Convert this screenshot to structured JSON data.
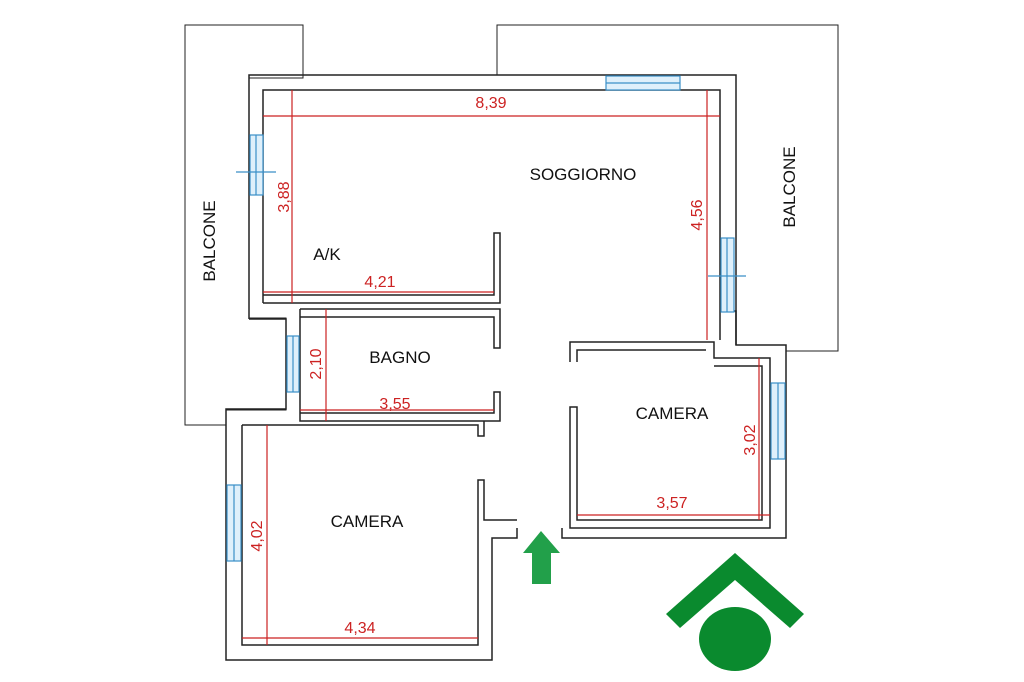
{
  "colors": {
    "wall": "#222222",
    "dimension": "#cc2222",
    "window": "#3a8fc8",
    "window_fill": "#dff0fb",
    "entrance_arrow": "#22a04a",
    "logo": "#0a8a2e",
    "background": "#ffffff"
  },
  "rooms": {
    "soggiorno": "SOGGIORNO",
    "ak": "A/K",
    "bagno": "BAGNO",
    "camera_right": "CAMERA",
    "camera_left": "CAMERA"
  },
  "balconies": {
    "left": "BALCONE",
    "right": "BALCONE"
  },
  "dimensions": {
    "soggiorno_width": "8,39",
    "soggiorno_left_height": "3,88",
    "soggiorno_right_height": "4,56",
    "ak_width": "4,21",
    "bagno_height": "2,10",
    "bagno_width": "3,55",
    "camera_right_width": "3,57",
    "camera_right_height": "3,02",
    "camera_left_height": "4,02",
    "camera_left_width": "4,34"
  },
  "icons": {
    "entrance": "up-arrow-icon",
    "logo": "house-roof-logo"
  }
}
